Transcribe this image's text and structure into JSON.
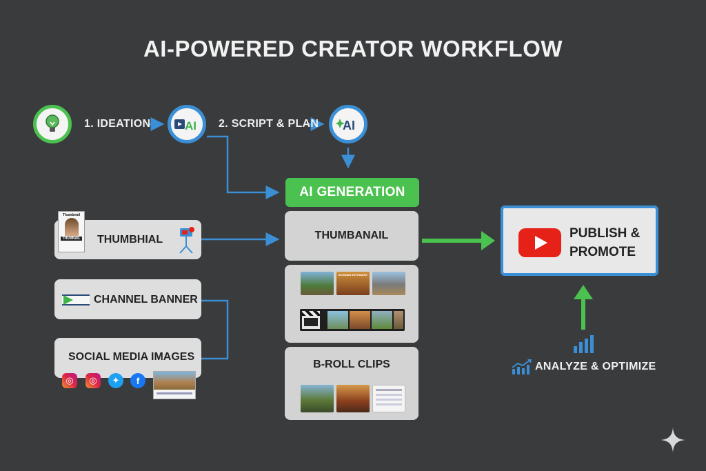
{
  "title": "AI-POWERED CREATOR WORKFLOW",
  "steps": [
    {
      "label": "1. IDEATION",
      "icon": "lightbulb-icon"
    },
    {
      "label": "2. SCRIPT & PLAN",
      "icon": "video-camera-ai-icon",
      "badge": "AI"
    },
    {
      "label": "",
      "icon": "ai-sparkle-icon",
      "badge": "AI"
    }
  ],
  "generation": {
    "banner": "AI GENERATION",
    "thumbnail_label": "THUMBANAIL",
    "broll_label": "B-ROLL CLIPS",
    "poster_caption": "SCHIMAN WITHINANY"
  },
  "left_cards": {
    "thumbnail": {
      "label": "THUMBHIAL",
      "mini_top": "Thumbnail",
      "mini_bottom": "THUMNAIL"
    },
    "channel_banner": {
      "label": "CHANNEL BANNER"
    },
    "social_media": {
      "label": "SOCIAL MEDIA IMAGES",
      "icons": [
        "instagram-icon",
        "instagram-icon",
        "twitter-icon",
        "facebook-icon"
      ]
    }
  },
  "publish": {
    "line1": "PUBLISH &",
    "line2": "PROMOTE",
    "icon": "youtube-play-icon"
  },
  "analyze": {
    "label": "ANALYZE & OPTIMIZE",
    "icon": "bar-chart-icon"
  },
  "colors": {
    "background": "#3a3b3d",
    "accent_green": "#4bc24f",
    "accent_blue": "#3a8fd6",
    "youtube_red": "#e62117"
  }
}
